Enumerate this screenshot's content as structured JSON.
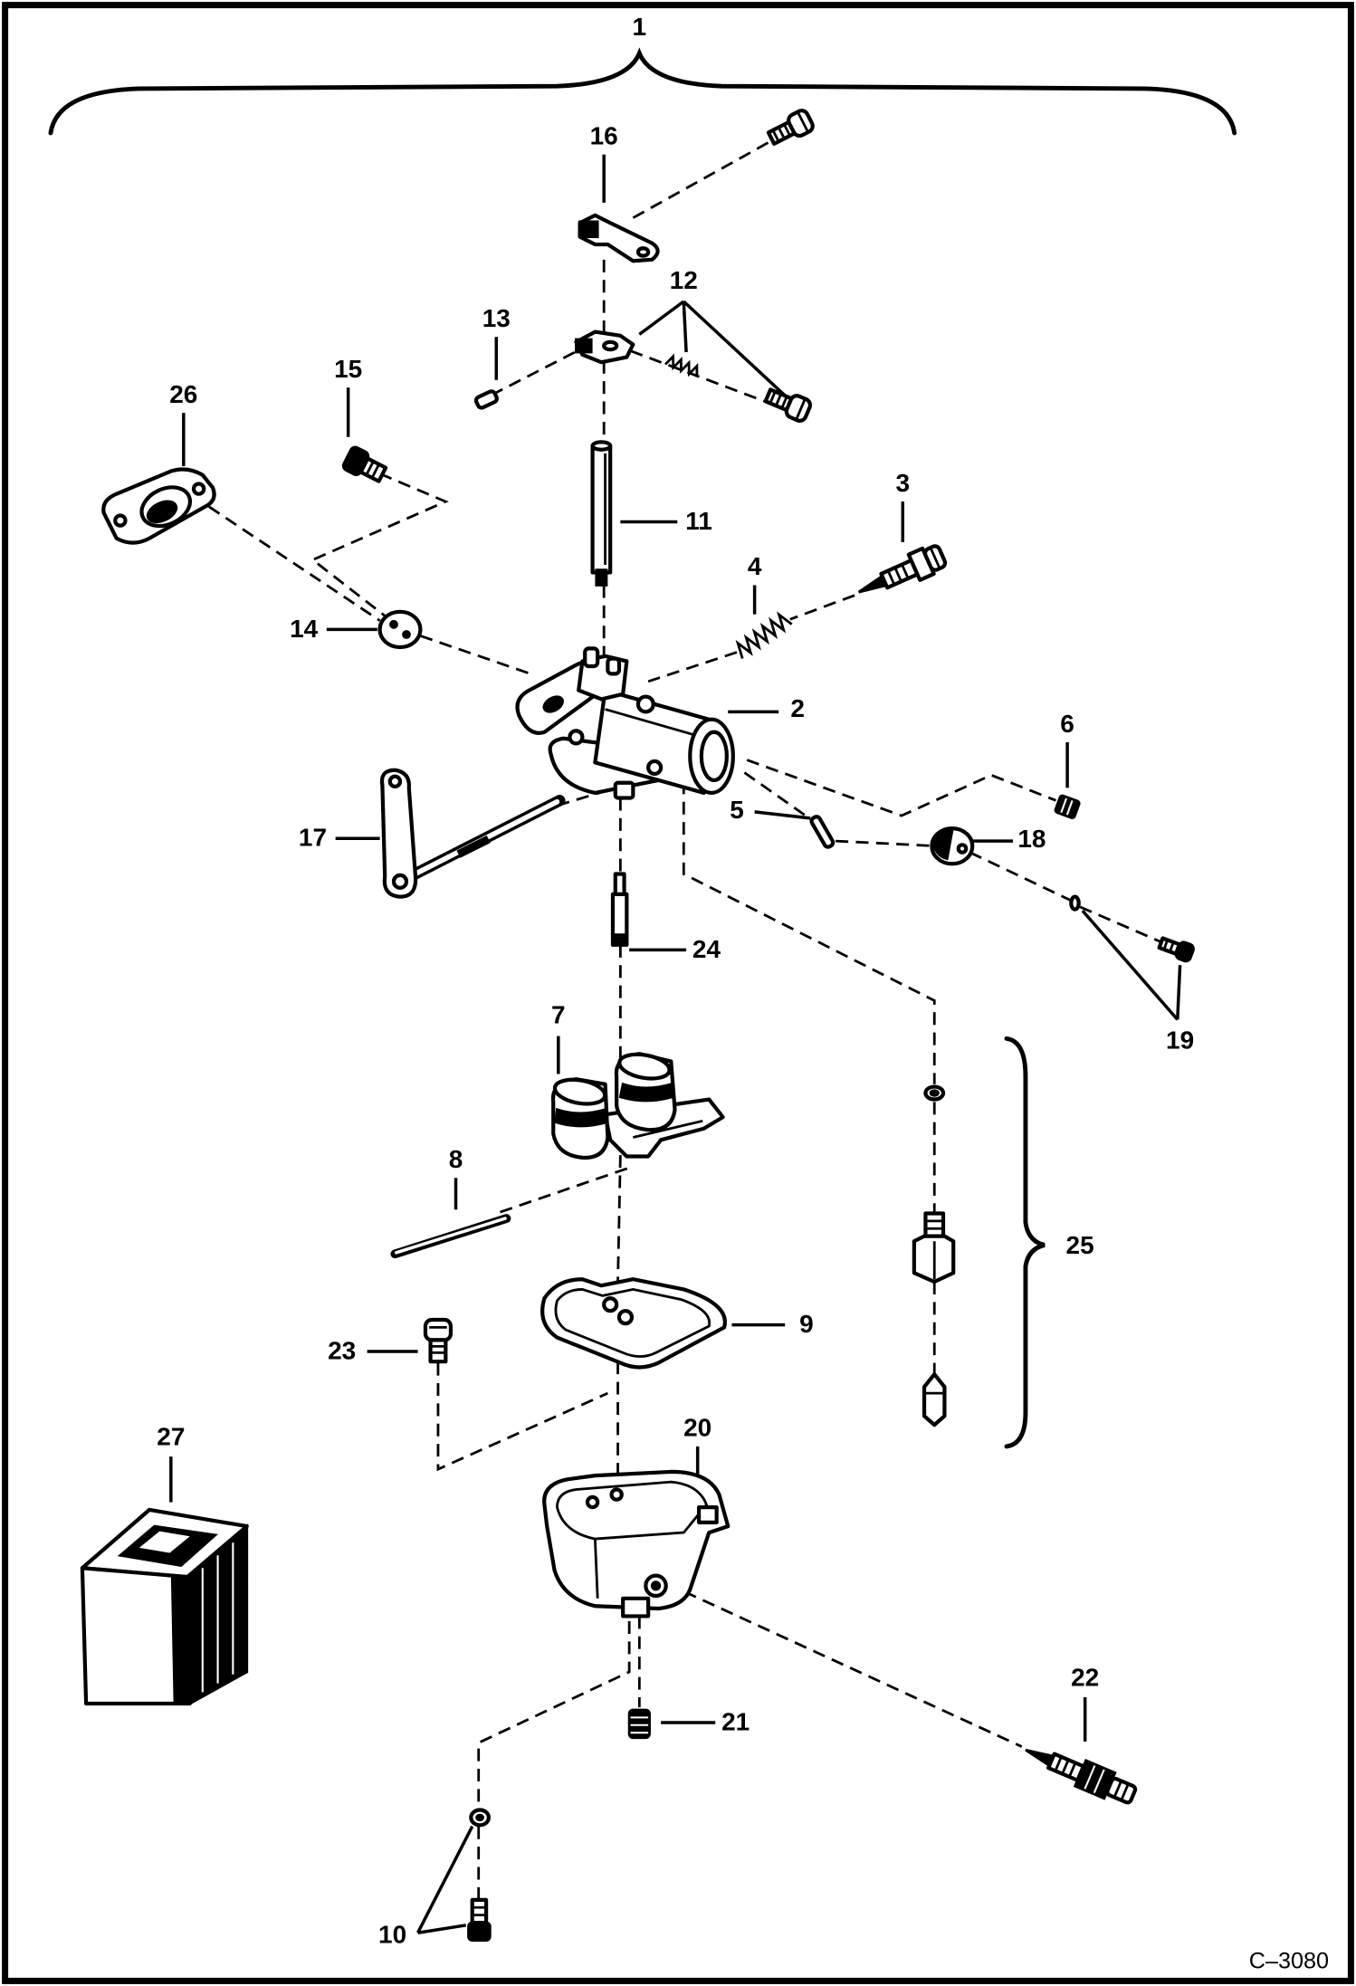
{
  "callouts": [
    "1",
    "2",
    "3",
    "4",
    "5",
    "6",
    "7",
    "8",
    "9",
    "10",
    "11",
    "12",
    "13",
    "14",
    "15",
    "16",
    "17",
    "18",
    "19",
    "20",
    "21",
    "22",
    "23",
    "24",
    "25",
    "26",
    "27"
  ],
  "figure_code": "C–3080"
}
